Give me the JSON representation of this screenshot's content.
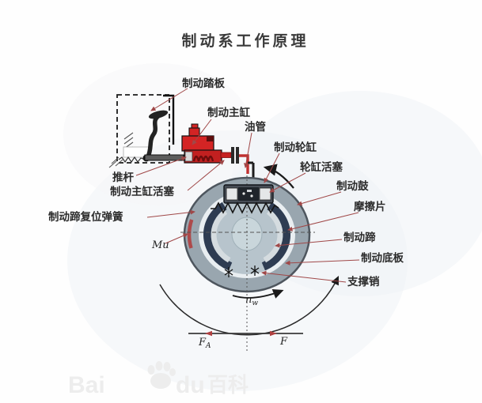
{
  "title": "制动系工作原理",
  "labels": {
    "brake_pedal": "制动踏板",
    "master_cylinder": "制动主缸",
    "oil_pipe": "油管",
    "wheel_cylinder": "制动轮缸",
    "wheel_cylinder_piston": "轮缸活塞",
    "brake_drum": "制动鼓",
    "friction_plate": "摩擦片",
    "brake_shoe": "制动蹄",
    "backing_plate": "制动底板",
    "support_pin": "支撑销",
    "push_rod": "推杆",
    "master_cylinder_piston": "制动主缸活塞",
    "shoe_return_spring": "制动蹄复位弹簧"
  },
  "physics": {
    "friction_zone": "Mu",
    "wheel_speed_base": "n",
    "wheel_speed_sub": "w",
    "braking_force_base": "F",
    "braking_force_sub": "A",
    "traction_force": "F"
  },
  "watermark": {
    "brand_left": "Bai",
    "brand_right": "du",
    "suffix": "百科"
  },
  "icons": {
    "baidu_paw": "paw-icon",
    "rotation_arrows": "curved-arrow-icon",
    "anchor_pins": "asterisk-pin-icon"
  },
  "colors": {
    "master_cylinder_red": "#cc2020",
    "oil_pipe_red": "#c03030",
    "leader_line": "#a04848",
    "lining_navy": "#2e3c52",
    "drum_gray": "#99a6af",
    "interior_blue_gray": "#b7c4cc",
    "friction_mark_red": "#b03a3a"
  }
}
